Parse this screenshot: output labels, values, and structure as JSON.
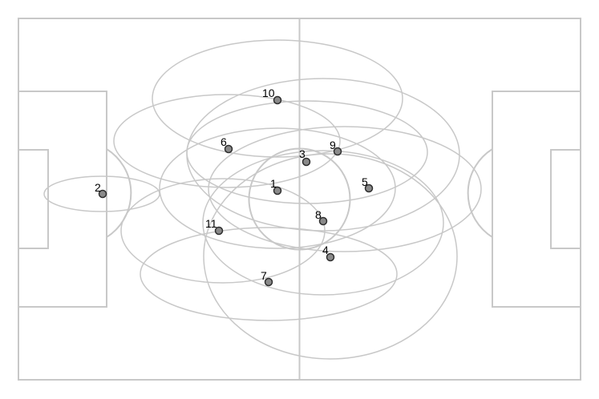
{
  "colors": {
    "pitch_lines": "#c8c8c8",
    "zone_outline": "#c8c8c8",
    "player_fill": "#8a8a8a",
    "player_stroke": "#2e2e2e",
    "label": "#000000"
  },
  "players": [
    {
      "number": "1"
    },
    {
      "number": "2"
    },
    {
      "number": "3"
    },
    {
      "number": "4"
    },
    {
      "number": "5"
    },
    {
      "number": "6"
    },
    {
      "number": "7"
    },
    {
      "number": "8"
    },
    {
      "number": "9"
    },
    {
      "number": "10"
    },
    {
      "number": "11"
    }
  ]
}
